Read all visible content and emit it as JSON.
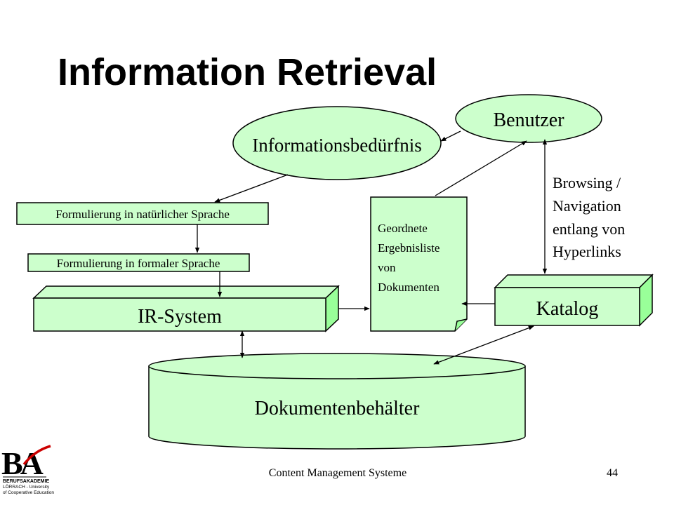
{
  "slide": {
    "title": "Information Retrieval",
    "footer_text": "Content Management Systeme",
    "page_number": "44"
  },
  "diagram": {
    "info_need": "Informationsbedürfnis",
    "user": "Benutzer",
    "natural_language": "Formulierung in natürlicher Sprache",
    "formal_language": "Formulierung in formaler Sprache",
    "ir_system": "IR-System",
    "result_list_lines": [
      "Geordnete",
      "Ergebnisliste",
      "von",
      "Dokumenten"
    ],
    "catalog": "Katalog",
    "browsing_lines": [
      "Browsing /",
      "Navigation",
      "entlang von",
      "Hyperlinks"
    ],
    "repository": "Dokumentenbehälter"
  },
  "logo": {
    "mark": "BA",
    "lines": [
      "BERUFSAKADEMIE",
      "LÖRRACH - University",
      "of Cooperative Education"
    ]
  },
  "colors": {
    "shape_fill": "#ccffcc",
    "shape_side": "#99ff99",
    "stroke": "#000000",
    "logo_accent": "#cc0000"
  }
}
